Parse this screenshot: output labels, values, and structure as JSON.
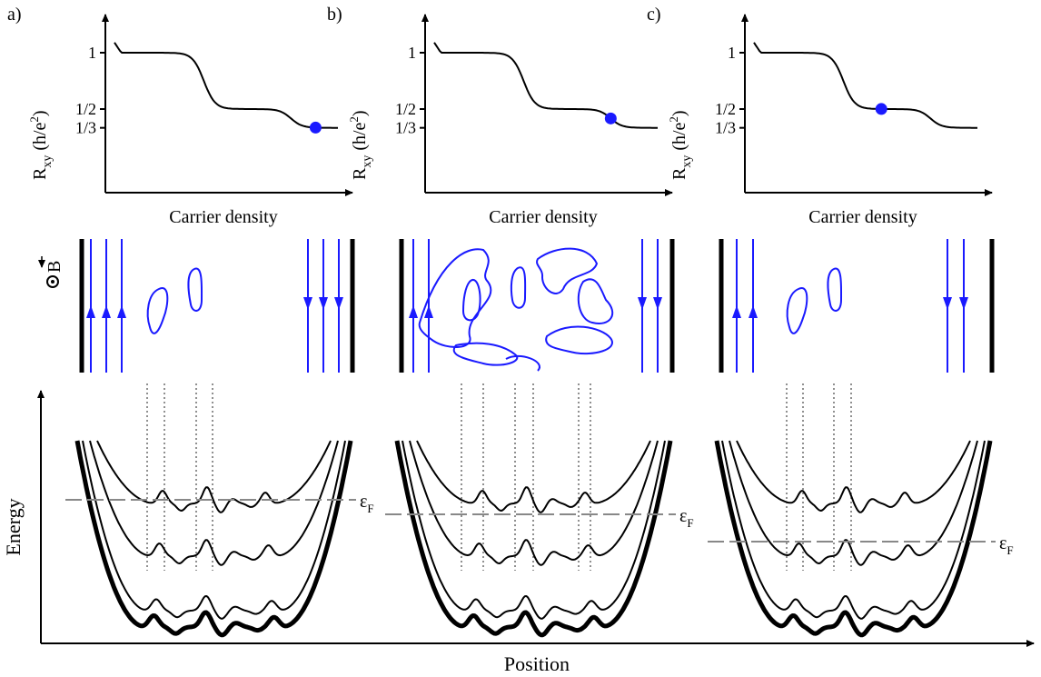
{
  "colors": {
    "ink": "#000000",
    "accent": "#1a1aff",
    "guide": "#888888"
  },
  "panels": [
    {
      "label": "a)",
      "rxy_value": 0.3333,
      "fermi_label": "ε",
      "fermi_sub": "F",
      "fermi_level": "high"
    },
    {
      "label": "b)",
      "rxy_value": 0.4167,
      "fermi_label": "ε",
      "fermi_sub": "F",
      "fermi_level": "middle"
    },
    {
      "label": "c)",
      "rxy_value": 0.5,
      "fermi_label": "ε",
      "fermi_sub": "F",
      "fermi_level": "low"
    }
  ],
  "plot": {
    "ylabel_main": "R",
    "ylabel_sub": "xy",
    "ylabel_unit": " (h/e",
    "ylabel_sup": "2",
    "ylabel_close": ")",
    "xlabel": "Carrier density",
    "yticks": [
      "1",
      "1/2",
      "1/3"
    ]
  },
  "field_label": "B",
  "energy_axis": {
    "ylabel": "Energy",
    "xlabel": "Position"
  }
}
